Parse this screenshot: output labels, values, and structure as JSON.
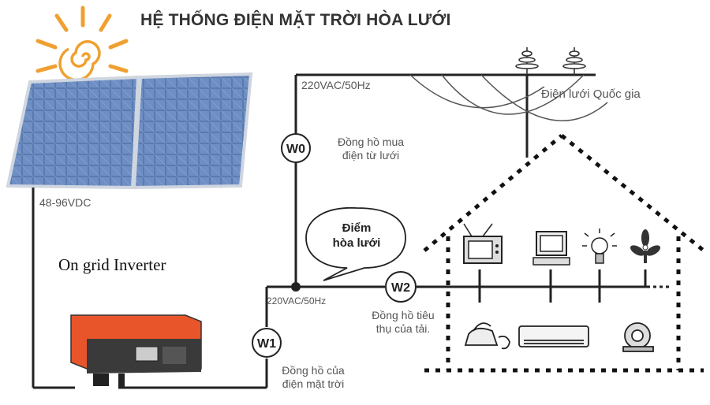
{
  "title": "HỆ THỐNG ĐIỆN MẶT TRỜI HÒA LƯỚI",
  "labels": {
    "grid_voltage_top": "220VAC/50Hz",
    "national_grid": "Điện lưới Quốc gia",
    "panel_voltage": "48-96VDC",
    "inverter": "On grid Inverter",
    "junction_voltage": "220VAC/50Hz"
  },
  "meters": {
    "w0": {
      "code": "W0",
      "desc_line1": "Đồng hồ mua",
      "desc_line2": "điện từ lưới"
    },
    "w1": {
      "code": "W1",
      "desc_line1": "Đồng hồ của",
      "desc_line2": "điện mặt trời"
    },
    "w2": {
      "code": "W2",
      "desc_line1": "Đồng hồ tiêu",
      "desc_line2": "thụ của tải."
    }
  },
  "connection_point": {
    "line1": "Điểm",
    "line2": "hòa lưới"
  },
  "icons": [
    "sun-icon",
    "solar-panel-icon",
    "inverter-icon",
    "power-pole-icon",
    "house-icon",
    "tv-icon",
    "computer-icon",
    "light-bulb-icon",
    "fan-icon",
    "iron-icon",
    "air-conditioner-icon",
    "motor-icon"
  ],
  "colors": {
    "inverter": "#e8552a",
    "sun": "#f0a030",
    "panel": "#4a6a9a",
    "line": "#222222"
  }
}
